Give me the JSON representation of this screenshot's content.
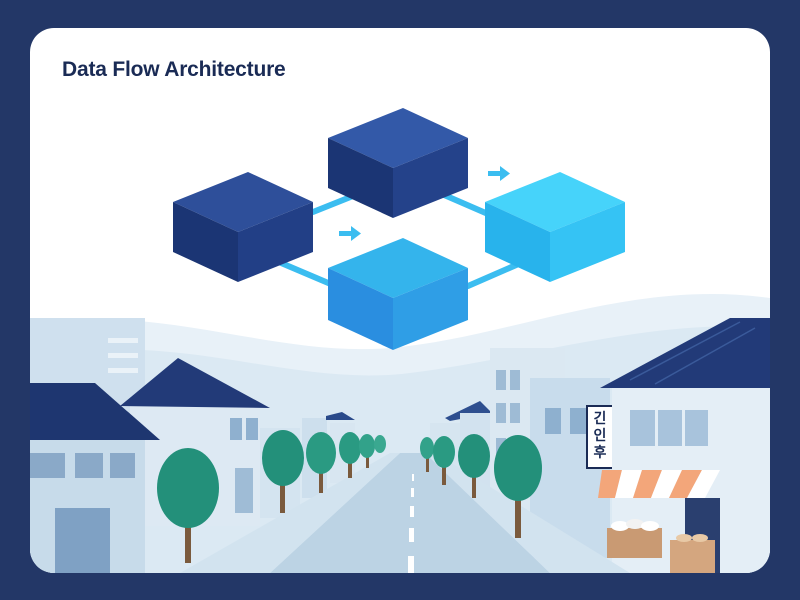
{
  "title": "Data Flow Architecture",
  "sign": {
    "text": "긴인후"
  },
  "icons": {
    "blocks": [
      "cube-node-1",
      "cube-node-2",
      "cube-node-3",
      "cube-node-4"
    ],
    "arrows": [
      "arrow-right-icon",
      "arrow-right-icon"
    ]
  },
  "colors": {
    "background": "#233767",
    "card": "#ffffff",
    "cube_dark": "#2b4f9f",
    "cube_light": "#2dc3f2",
    "connector": "#3bbdf0",
    "title": "#1a2b55"
  }
}
